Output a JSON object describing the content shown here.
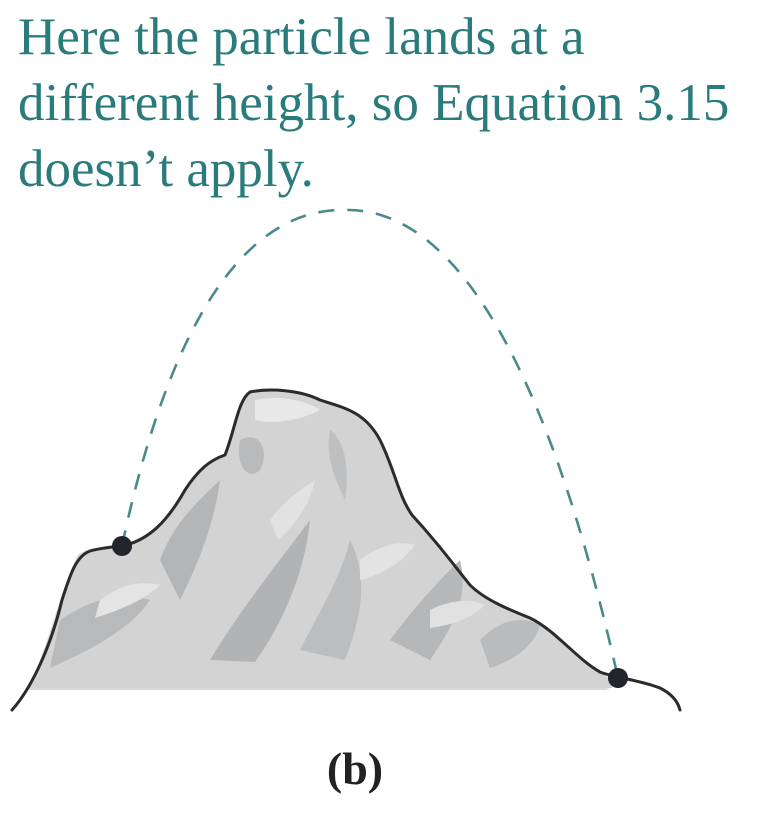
{
  "caption": {
    "line1": "Here the particle lands at a",
    "line2": "different height, so Equation 3.15",
    "line3": "doesn’t apply."
  },
  "panel_label": "(b)",
  "colors": {
    "caption": "#2a7b7b",
    "trajectory": "#4a8a8a",
    "rock_base": "#d3d3d4",
    "rock_shadow": "#b2b3b5",
    "rock_highlight": "#e6e6e7",
    "outline": "#2b2b2b",
    "endpoint": "#22252b"
  }
}
